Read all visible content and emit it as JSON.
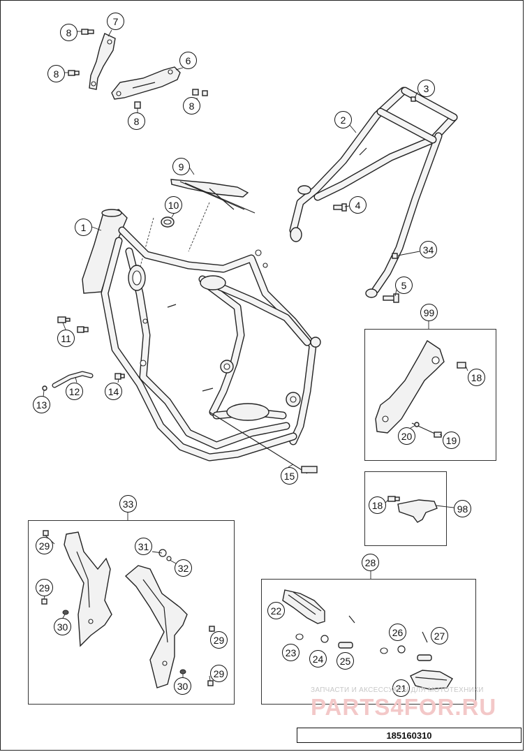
{
  "diagram": {
    "document_number": "185160310",
    "watermark_caption": "ЗАПЧАСТИ И АКСЕССУАРЫ ДЛЯ МОТОТЕХНИКИ",
    "watermark_logo": "PARTS4FOR.RU",
    "callouts": {
      "c1": "1",
      "c2": "2",
      "c3": "3",
      "c4": "4",
      "c5": "5",
      "c6": "6",
      "c7": "7",
      "c8a": "8",
      "c8b": "8",
      "c8c": "8",
      "c8d": "8",
      "c9": "9",
      "c10": "10",
      "c11": "11",
      "c12": "12",
      "c13": "13",
      "c14": "14",
      "c15": "15",
      "c18a": "18",
      "c18b": "18",
      "c19": "19",
      "c20": "20",
      "c21": "21",
      "c22": "22",
      "c23": "23",
      "c24": "24",
      "c25": "25",
      "c26": "26",
      "c27": "27",
      "c28": "28",
      "c29a": "29",
      "c29b": "29",
      "c29c": "29",
      "c29d": "29",
      "c30a": "30",
      "c30b": "30",
      "c31": "31",
      "c32": "32",
      "c33": "33",
      "c34": "34",
      "c98": "98",
      "c99": "99"
    }
  }
}
